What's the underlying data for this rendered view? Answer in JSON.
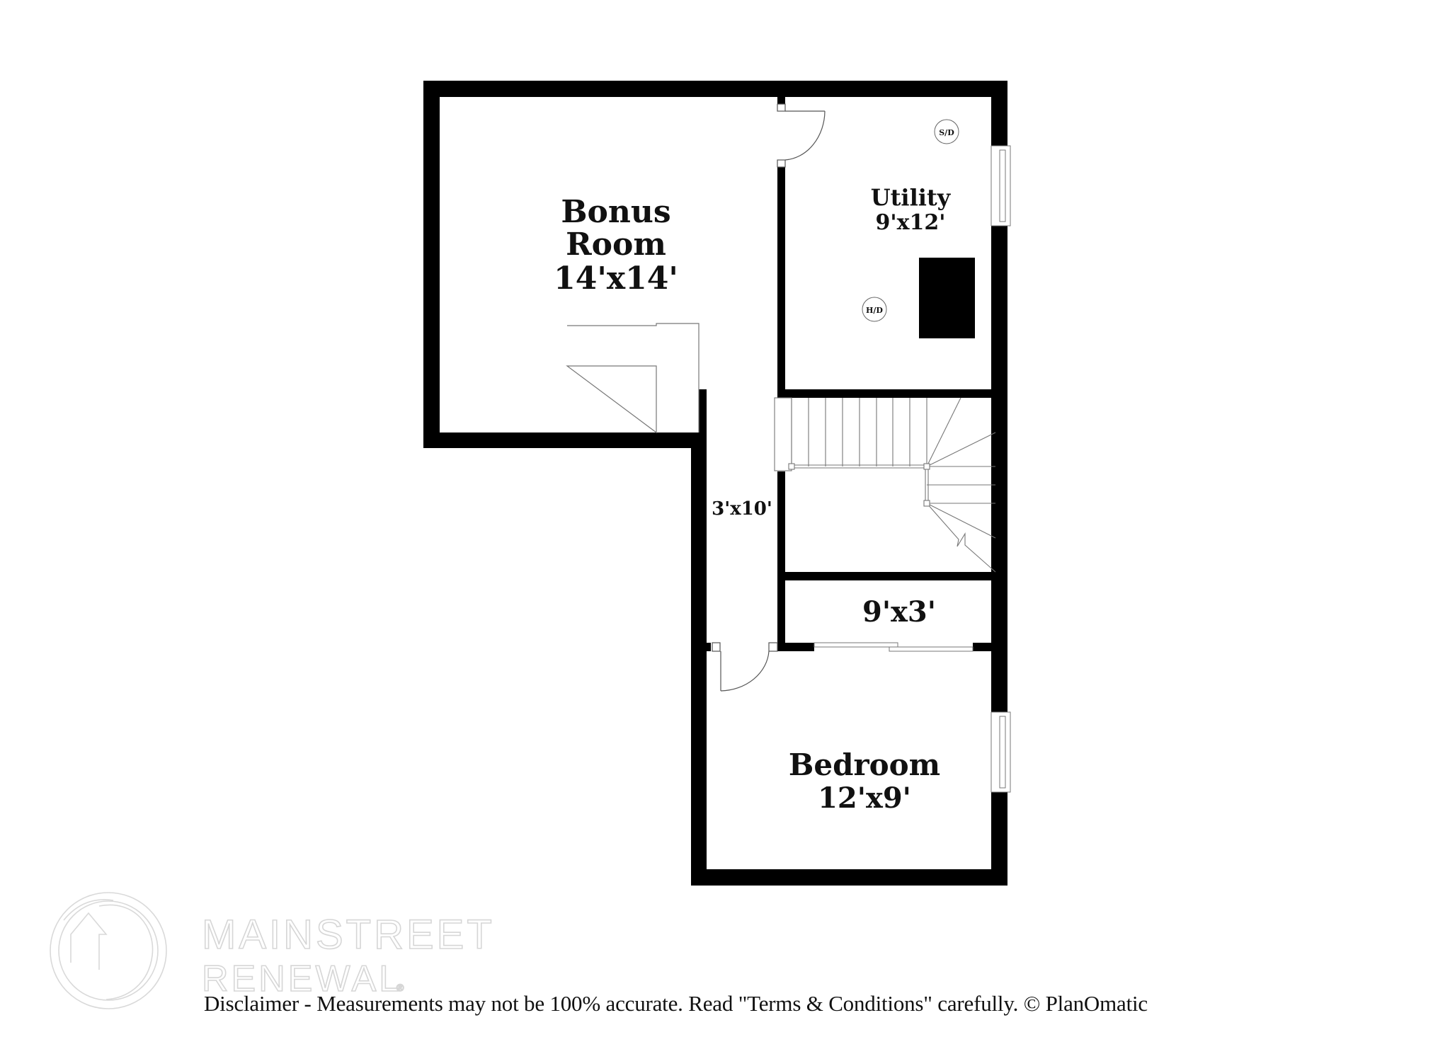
{
  "plan": {
    "wall_color": "#000000",
    "background": "#ffffff",
    "rooms": [
      {
        "id": "bonus",
        "name_line1": "Bonus",
        "name_line2": "Room",
        "dimensions": "14'x14'"
      },
      {
        "id": "utility",
        "name": "Utility",
        "dimensions": "9'x12'"
      },
      {
        "id": "hallway",
        "dimensions": "3'x10'"
      },
      {
        "id": "closet",
        "dimensions": "9'x3'"
      },
      {
        "id": "bedroom",
        "name": "Bedroom",
        "dimensions": "12'x9'"
      }
    ],
    "fixtures": {
      "smoke_detector": "S/D",
      "heat_detector": "H/D"
    }
  },
  "watermark": {
    "line1": "MAINSTREET",
    "line2": "RENEWAL",
    "registered": "®"
  },
  "disclaimer": "Disclaimer - Measurements may not be 100% accurate. Read \"Terms & Conditions\" carefully. © PlanOmatic"
}
